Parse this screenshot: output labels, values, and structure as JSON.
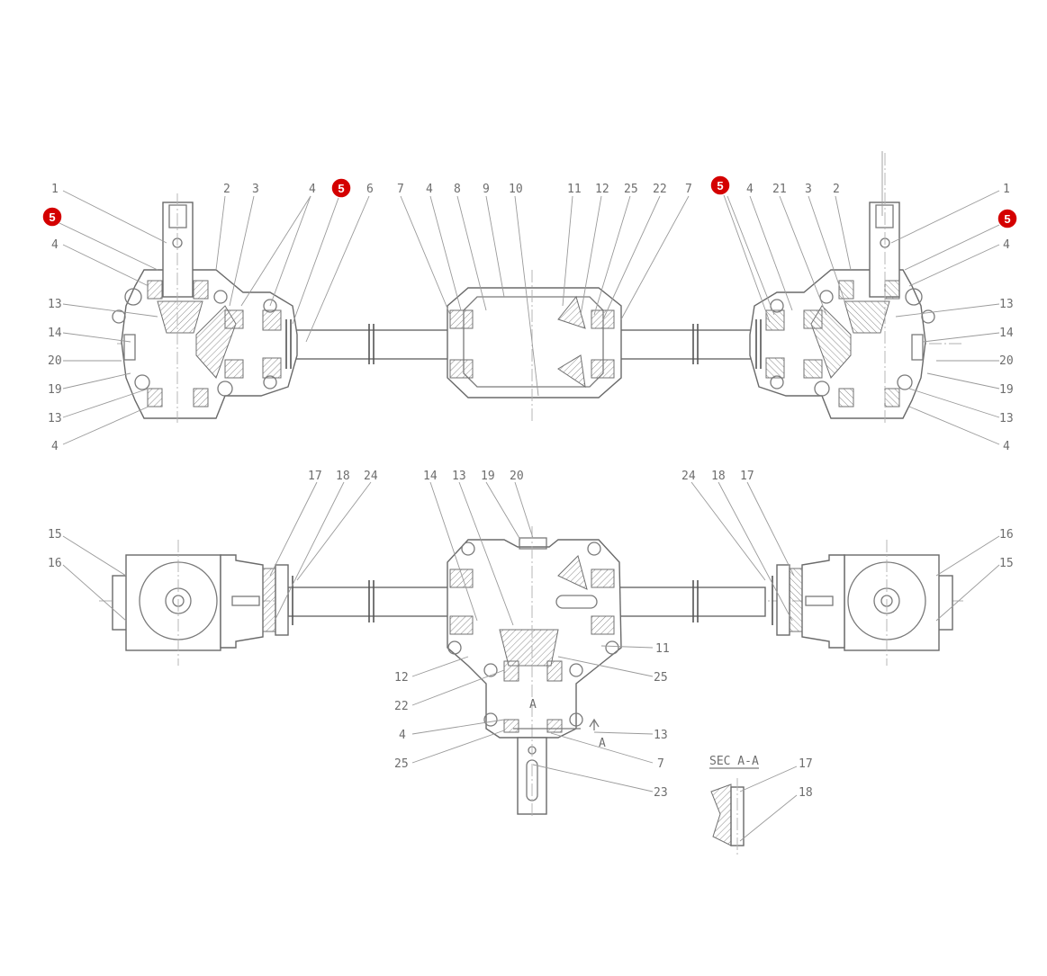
{
  "callout_color": "#d40000",
  "highlighted_part": "5",
  "section_label": "SEC A-A",
  "section_marker": "A",
  "top_view_labels": {
    "left_column": [
      "1",
      "4",
      "13",
      "14",
      "20",
      "19",
      "13",
      "4"
    ],
    "right_column": [
      "1",
      "4",
      "13",
      "14",
      "20",
      "19",
      "13",
      "4"
    ],
    "top_row": [
      "2",
      "3",
      "4",
      "6",
      "7",
      "4",
      "8",
      "9",
      "10",
      "11",
      "12",
      "25",
      "22",
      "7",
      "4",
      "21",
      "3",
      "2"
    ]
  },
  "bottom_view_labels": {
    "left": [
      "15",
      "16"
    ],
    "right": [
      "16",
      "15"
    ],
    "top_row": [
      "17",
      "18",
      "24",
      "14",
      "13",
      "19",
      "20",
      "24",
      "18",
      "17"
    ],
    "gearbox": [
      "11",
      "12",
      "25",
      "22",
      "4",
      "13",
      "25",
      "7",
      "23"
    ],
    "section": [
      "17",
      "18"
    ]
  },
  "highlight_badges": [
    "5",
    "5",
    "5",
    "5"
  ]
}
